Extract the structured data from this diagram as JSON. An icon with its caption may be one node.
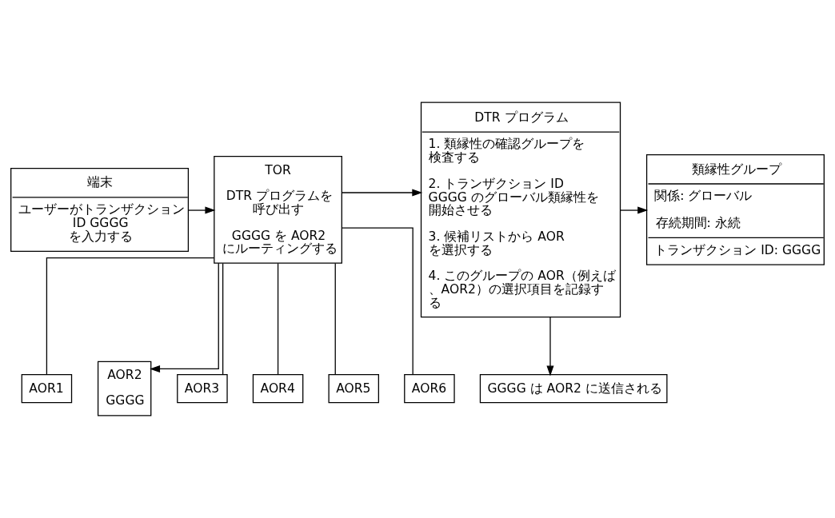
{
  "diagram": {
    "nodes": [
      {
        "text": [
          "端末",
          "ユーザーがトランザクション ID GGGG を入力する"
        ]
      },
      {
        "text": [
          "TOR",
          "DTR プログラムを呼び出す",
          "GGGG を AOR2 にルーティングする"
        ]
      },
      {
        "text": [
          "DTR プログラム",
          "1. 類縁性の確認グループを検査する",
          "2. トランザクション ID GGGG のグローバル類縁性を開始させる",
          "3. 候補リストから AOR を選択する",
          "4. このグループの AOR（例えば、AOR2）の選択項目を記録する"
        ]
      },
      {
        "text": [
          "類縁性グループ",
          "関係: グローバル",
          "存続期間: 永続",
          "トランザクション ID: GGGG"
        ]
      },
      {
        "text": [
          "GGGG は AOR2 に送信される"
        ]
      },
      {
        "text": [
          "AOR1"
        ]
      },
      {
        "text": [
          "AOR2",
          "GGGG"
        ]
      },
      {
        "text": [
          "AOR3"
        ]
      },
      {
        "text": [
          "AOR4"
        ]
      },
      {
        "text": [
          "AOR5"
        ]
      },
      {
        "text": [
          "AOR6"
        ]
      }
    ],
    "edges": [
      {
        "from": 0,
        "to": 1,
        "arrow": "to"
      },
      {
        "from": 1,
        "to": 2,
        "arrow": "to"
      },
      {
        "from": 2,
        "to": 3,
        "arrow": "to"
      },
      {
        "from": 2,
        "to": 4,
        "arrow": "to"
      },
      {
        "from": 1,
        "to": 5,
        "arrow": "none"
      },
      {
        "from": 1,
        "to": 6,
        "arrow": "to"
      },
      {
        "from": 1,
        "to": 7,
        "arrow": "none"
      },
      {
        "from": 1,
        "to": 8,
        "arrow": "none"
      },
      {
        "from": 1,
        "to": 9,
        "arrow": "none"
      },
      {
        "from": 1,
        "to": 10,
        "arrow": "none"
      }
    ]
  }
}
